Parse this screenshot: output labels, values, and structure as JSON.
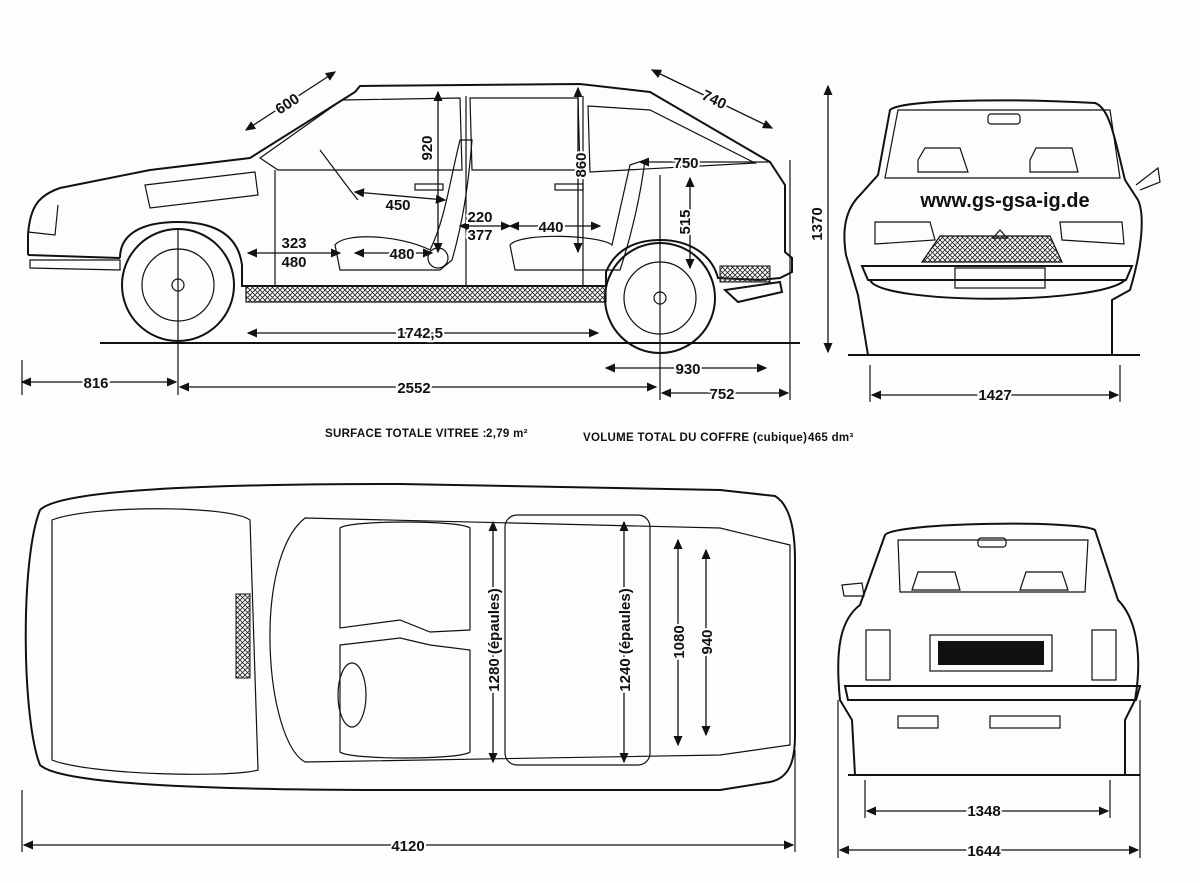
{
  "website": "www.gs-gsa-ig.de",
  "captions": {
    "glass_label": "SURFACE  TOTALE  VITREE :",
    "glass_value": "2,79 m²",
    "trunk_label": "VOLUME  TOTAL  DU  COFFRE  (cubique) :",
    "trunk_value": "465 dm³"
  },
  "side_view": {
    "windshield": "600",
    "rear_glass": "740",
    "front_headroom": "920",
    "rear_headroom": "860",
    "height": "1370",
    "rear_seat_to_tail": "750",
    "rear_seat_height": "515",
    "front_legroom": "450",
    "knee_room_a": "220",
    "knee_room_b": "377",
    "rear_legroom": "440",
    "front_floor_a": "323",
    "front_floor_b": "480",
    "seat_depth": "480",
    "interior_length": "1742,5",
    "front_overhang": "816",
    "wheelbase": "2552",
    "rear_930": "930",
    "rear_overhang": "752"
  },
  "front_view": {
    "front_track": "1427"
  },
  "top_view": {
    "front_shoulder": "1280 (épaules)",
    "rear_shoulder": "1240 (épaules)",
    "trunk_width_a": "1080",
    "trunk_width_b": "940",
    "length": "4120"
  },
  "rear_view": {
    "rear_track": "1348",
    "width": "1644"
  }
}
